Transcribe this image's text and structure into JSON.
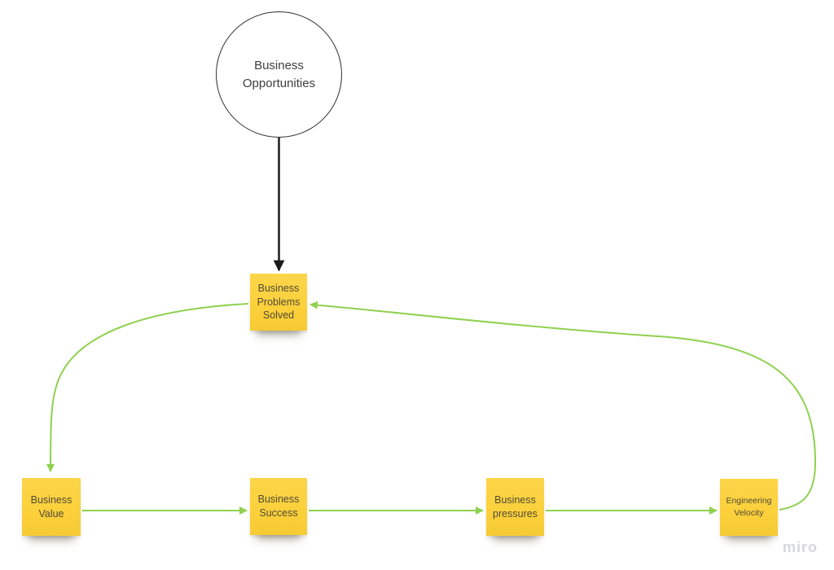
{
  "board": {
    "background": "#ffffff",
    "watermark": "miro",
    "circle": {
      "id": "business-opportunities",
      "label": "Business Opportunities"
    },
    "stickies": [
      {
        "id": "business-problems-solved",
        "label": "Business Problems Solved"
      },
      {
        "id": "business-value",
        "label": "Business Value"
      },
      {
        "id": "business-success",
        "label": "Business Success"
      },
      {
        "id": "business-pressures",
        "label": "Business pressures"
      },
      {
        "id": "engineering-velocity",
        "label": "Engineering Velocity"
      }
    ],
    "connectors": [
      {
        "id": "opportunities-to-problems",
        "from": "business-opportunities",
        "to": "business-problems-solved",
        "color": "#1c1c1c",
        "style": "straight-arrow"
      },
      {
        "id": "problems-to-value",
        "from": "business-problems-solved",
        "to": "business-value",
        "color": "#8fd14f",
        "style": "curved-arrow"
      },
      {
        "id": "value-to-success",
        "from": "business-value",
        "to": "business-success",
        "color": "#8fd14f",
        "style": "straight-arrow"
      },
      {
        "id": "success-to-pressures",
        "from": "business-success",
        "to": "business-pressures",
        "color": "#8fd14f",
        "style": "straight-arrow"
      },
      {
        "id": "pressures-to-velocity",
        "from": "business-pressures",
        "to": "engineering-velocity",
        "color": "#8fd14f",
        "style": "straight-arrow"
      },
      {
        "id": "velocity-to-problems",
        "from": "engineering-velocity",
        "to": "business-problems-solved",
        "color": "#8fd14f",
        "style": "curved-arrow"
      }
    ],
    "colors": {
      "sticky_fill": "#fbd13c",
      "sticky_text": "#514b38",
      "connector_green": "#8fd14f",
      "connector_black": "#1c1c1c",
      "circle_stroke": "#2e2e2e",
      "circle_text": "#3e3e3e",
      "watermark_color": "#d6d6de"
    }
  }
}
